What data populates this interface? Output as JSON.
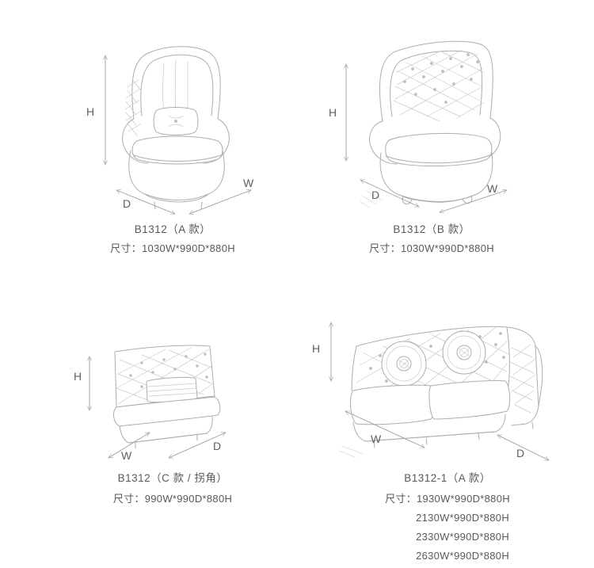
{
  "page": {
    "background": "#ffffff",
    "text_color": "#595959",
    "sketch_color": "#adadad",
    "dimension_color": "#9c9c9c"
  },
  "products": [
    {
      "name": "B1312（A 款）",
      "size_lines": [
        "尺寸：1030W*990D*880H"
      ],
      "dims": {
        "h": "H",
        "d": "D",
        "w": "W"
      }
    },
    {
      "name": "B1312（B 款）",
      "size_lines": [
        "尺寸：1030W*990D*880H"
      ],
      "dims": {
        "h": "H",
        "d": "D",
        "w": "W"
      }
    },
    {
      "name": "B1312（C 款 / 拐角）",
      "size_lines": [
        "尺寸：990W*990D*880H"
      ],
      "dims": {
        "h": "H",
        "d": "D",
        "w": "W"
      }
    },
    {
      "name": "B1312-1（A 款）",
      "size_lines": [
        "尺寸：1930W*990D*880H",
        "2130W*990D*880H",
        "2330W*990D*880H",
        "2630W*990D*880H"
      ],
      "dims": {
        "h": "H",
        "d": "D",
        "w": "W"
      }
    }
  ]
}
